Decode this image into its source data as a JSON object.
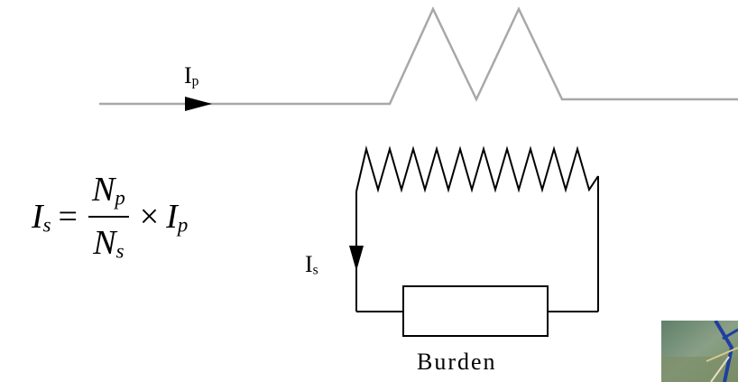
{
  "diagram": {
    "primary_current_label": "I",
    "primary_current_sub": "p",
    "secondary_current_label": "I",
    "secondary_current_sub": "s",
    "burden_label": "Burden"
  },
  "formula": {
    "lhs": "I",
    "lhs_sub": "s",
    "equals": "=",
    "num": "N",
    "num_sub": "p",
    "den": "N",
    "den_sub": "s",
    "times": "×",
    "rhs": "I",
    "rhs_sub": "p"
  },
  "colors": {
    "primary_line": "#a8a8a8",
    "secondary_line": "#000000",
    "background": "#ffffff"
  }
}
